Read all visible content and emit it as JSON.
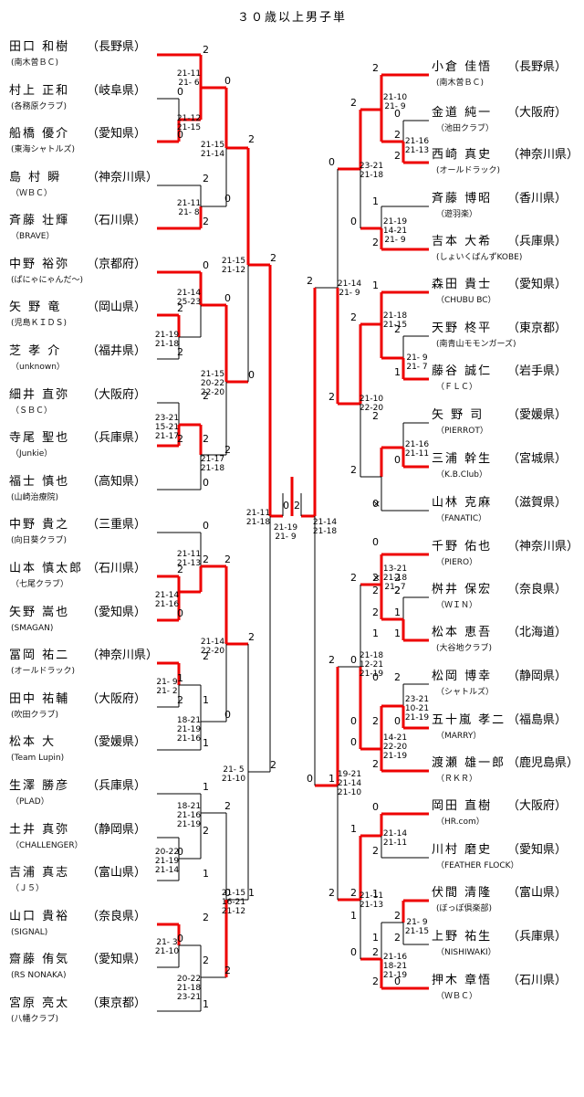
{
  "title": "３０歳以上男子単",
  "players_left": [
    {
      "name": "田口 和樹",
      "pref": "（長野県）",
      "club": "(南木曽ＢＣ)"
    },
    {
      "name": "村上 正和",
      "pref": "（岐阜県）",
      "club": "(各務原クラブ)"
    },
    {
      "name": "船橋 優介",
      "pref": "（愛知県）",
      "club": "(東海シャトルズ)"
    },
    {
      "name": "島 村  瞬",
      "pref": "（神奈川県）",
      "club": "（ＷＢＣ）"
    },
    {
      "name": "斉藤 壮輝",
      "pref": "（石川県）",
      "club": "（BRAVE）"
    },
    {
      "name": "中野 裕弥",
      "pref": "（京都府）",
      "club": "(ぱにゃにゃんだ～)"
    },
    {
      "name": "矢 野  竜",
      "pref": "（岡山県）",
      "club": "(児島ＫＩＤＳ)"
    },
    {
      "name": "芝  孝 介",
      "pref": "（福井県）",
      "club": "（unknown）"
    },
    {
      "name": "細井 直弥",
      "pref": "（大阪府）",
      "club": "（ＳＢＣ）"
    },
    {
      "name": "寺尾 聖也",
      "pref": "（兵庫県）",
      "club": "（Junkie）"
    },
    {
      "name": "福士 慎也",
      "pref": "（高知県）",
      "club": "(山崎治療院)"
    },
    {
      "name": "中野 貴之",
      "pref": "（三重県）",
      "club": "(向日葵クラブ)"
    },
    {
      "name": "山本 慎太郎",
      "pref": "（石川県）",
      "club": "（七尾クラブ）"
    },
    {
      "name": "矢野 嵩也",
      "pref": "（愛知県）",
      "club": "(SMAGAN)"
    },
    {
      "name": "冨岡 祐二",
      "pref": "（神奈川県）",
      "club": "(オールドラック)"
    },
    {
      "name": "田中 祐輔",
      "pref": "（大阪府）",
      "club": "(吹田クラブ)"
    },
    {
      "name": "松本  大",
      "pref": "（愛媛県）",
      "club": "(Team Lupin)"
    },
    {
      "name": "生澤 勝彦",
      "pref": "（兵庫県）",
      "club": "（PLAD）"
    },
    {
      "name": "土井 真弥",
      "pref": "（静岡県）",
      "club": "（CHALLENGER）"
    },
    {
      "name": "吉浦 真志",
      "pref": "（富山県）",
      "club": "（Ｊ５）"
    },
    {
      "name": "山口 貴裕",
      "pref": "（奈良県）",
      "club": "(SIGNAL)"
    },
    {
      "name": "齋藤 侑気",
      "pref": "（愛知県）",
      "club": "(RS NONAKA)"
    },
    {
      "name": "宮原 亮太",
      "pref": "（東京都）",
      "club": "(八幡クラブ)"
    }
  ],
  "players_right": [
    {
      "name": "小倉 佳悟",
      "pref": "（長野県）",
      "club": "(南木曽ＢＣ)"
    },
    {
      "name": "金道 純一",
      "pref": "（大阪府）",
      "club": "（池田クラブ）"
    },
    {
      "name": "西崎 真史",
      "pref": "（神奈川県）",
      "club": "(オールドラック)"
    },
    {
      "name": "斉藤 博昭",
      "pref": "（香川県）",
      "club": "（遊羽楽）"
    },
    {
      "name": "吉本 大希",
      "pref": "（兵庫県）",
      "club": "(しょいくばんずKOBE)"
    },
    {
      "name": "森田 貴士",
      "pref": "（愛知県）",
      "club": "（CHUBU BC）"
    },
    {
      "name": "天野 柊平",
      "pref": "（東京都）",
      "club": "(南青山モモンガーズ)"
    },
    {
      "name": "藤谷 誠仁",
      "pref": "（岩手県）",
      "club": "（ＦＬＣ）"
    },
    {
      "name": "矢 野  司",
      "pref": "（愛媛県）",
      "club": "（PIERROT）"
    },
    {
      "name": "三浦 幹生",
      "pref": "（宮城県）",
      "club": "（K.B.Club）"
    },
    {
      "name": "山林 克麻",
      "pref": "（滋賀県）",
      "club": "（FANATIC）"
    },
    {
      "name": "千野 佑也",
      "pref": "（神奈川県）",
      "club": "（PIERO）"
    },
    {
      "name": "桝井 保宏",
      "pref": "（奈良県）",
      "club": "（ＷＩＮ）"
    },
    {
      "name": "松本 恵吾",
      "pref": "（北海道）",
      "club": "(大谷地クラブ)"
    },
    {
      "name": "松岡 博幸",
      "pref": "（静岡県）",
      "club": "（シャトルズ）"
    },
    {
      "name": "五十嵐 孝二",
      "pref": "（福島県）",
      "club": "（MARRY）"
    },
    {
      "name": "渡瀬 雄一郎",
      "pref": "（鹿児島県）",
      "club": "（ＲＫＲ）"
    },
    {
      "name": "岡田 直樹",
      "pref": "（大阪府）",
      "club": "（HR.com）"
    },
    {
      "name": "川村 磨史",
      "pref": "（愛知県）",
      "club": "（FEATHER FLOCK）"
    },
    {
      "name": "伏間 清隆",
      "pref": "（富山県）",
      "club": "(ぼっぽ倶楽部)"
    },
    {
      "name": "上野 祐生",
      "pref": "（兵庫県）",
      "club": "（NISHIWAKI）"
    },
    {
      "name": "押木 章悟",
      "pref": "（石川県）",
      "club": "（ＷＢＣ）"
    }
  ],
  "scores": [
    {
      "t": [
        "21-11",
        "21- 6"
      ]
    },
    {
      "t": [
        "21-12",
        "21-15"
      ]
    },
    {
      "t": [
        "21-15",
        "21-14"
      ]
    },
    {
      "t": [
        "21-11",
        "21- 8"
      ]
    },
    {
      "t": [
        "21-15",
        "21-12"
      ]
    },
    {
      "t": [
        "21-14",
        "25-23"
      ]
    },
    {
      "t": [
        "21-19",
        "21-18"
      ]
    },
    {
      "t": [
        "21-15",
        "20-22",
        "22-20"
      ]
    },
    {
      "t": [
        "23-21",
        "15-21",
        "21-17"
      ]
    },
    {
      "t": [
        "21-17",
        "21-18"
      ]
    },
    {
      "t": [
        "21-11",
        "21-18"
      ]
    },
    {
      "t": [
        "21-19",
        "21- 9"
      ]
    },
    {
      "t": [
        "21-11",
        "21-13"
      ]
    },
    {
      "t": [
        "21-14",
        "21-16"
      ]
    },
    {
      "t": [
        "21-14",
        "22-20"
      ]
    },
    {
      "t": [
        "21- 9",
        "21- 2"
      ]
    },
    {
      "t": [
        "18-21",
        "21-19",
        "21-16"
      ]
    },
    {
      "t": [
        "21- 5",
        "21-10"
      ]
    },
    {
      "t": [
        "18-21",
        "21-16",
        "21-19"
      ]
    },
    {
      "t": [
        "20-22",
        "21-19",
        "21-14"
      ]
    },
    {
      "t": [
        "21-15",
        "16-21",
        "21-12"
      ]
    },
    {
      "t": [
        "21- 3",
        "21-10"
      ]
    },
    {
      "t": [
        "20-22",
        "21-18",
        "23-21"
      ]
    },
    {
      "t": [
        "21-10",
        "21- 9"
      ]
    },
    {
      "t": [
        "21-16",
        "21-13"
      ]
    },
    {
      "t": [
        "23-21",
        "21-18"
      ]
    },
    {
      "t": [
        "21-19",
        "14-21",
        "21- 9"
      ]
    },
    {
      "t": [
        "21-14",
        "21- 9"
      ]
    },
    {
      "t": [
        "21-18",
        "21-15"
      ]
    },
    {
      "t": [
        "21- 9",
        "21- 7"
      ]
    },
    {
      "t": [
        "21-10",
        "22-20"
      ]
    },
    {
      "t": [
        "21-16",
        "21-11"
      ]
    },
    {
      "t": [
        "21-14",
        "21-18"
      ]
    },
    {
      "t": [
        "13-21",
        "21-18",
        "21- 7"
      ]
    },
    {
      "t": [
        "21-18",
        "12-21",
        "21-19"
      ]
    },
    {
      "t": [
        "23-21",
        "10-21",
        "21-19"
      ]
    },
    {
      "t": [
        "14-21",
        "22-20",
        "21-19"
      ]
    },
    {
      "t": [
        "19-21",
        "21-14",
        "21-10"
      ]
    },
    {
      "t": [
        "21-14",
        "21-11"
      ]
    },
    {
      "t": [
        "21-11",
        "21-13"
      ]
    },
    {
      "t": [
        "21- 9",
        "21-15"
      ]
    },
    {
      "t": [
        "21-16",
        "18-21",
        "21-19"
      ]
    }
  ],
  "results": [
    "2",
    "0",
    "0",
    "2",
    "2",
    "0",
    "0",
    "2",
    "0",
    "2",
    "2",
    "2",
    "0",
    "2",
    "2",
    "0",
    "2",
    "0",
    "2",
    "2",
    "0",
    "2",
    "0",
    "2",
    "0",
    "2",
    "2",
    "1",
    "1",
    "2",
    "1",
    "2",
    "0",
    "2",
    "1",
    "2",
    "0",
    "1",
    "2",
    "2",
    "0",
    "2",
    "1",
    "0",
    "1",
    "2",
    "2",
    "1",
    "2",
    "0",
    "2",
    "0",
    "2",
    "2",
    "0",
    "2",
    "1",
    "2",
    "1",
    "2",
    "0",
    "2",
    "0",
    "2",
    "2",
    "0",
    "0",
    "2",
    "1",
    "2",
    "2",
    "0",
    "2",
    "0",
    "2",
    "0",
    "0",
    "2",
    "0",
    "2",
    "1",
    "2",
    "1",
    "2",
    "1",
    "0",
    "2",
    "1",
    "×",
    "2",
    "1",
    "2",
    "2",
    "0",
    "2",
    "×",
    "2",
    "1",
    "2",
    "1",
    "2",
    "2",
    "0"
  ]
}
